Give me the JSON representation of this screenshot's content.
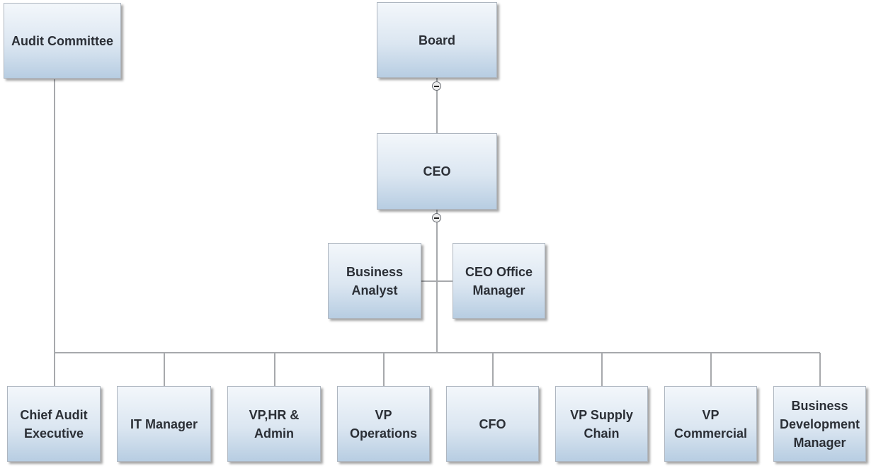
{
  "chart": {
    "nodes": {
      "audit_committee": "Audit Committee",
      "board": "Board",
      "ceo": "CEO",
      "business_analyst": "Business\nAnalyst",
      "ceo_office_manager": "CEO Office\nManager",
      "chief_audit_executive": "Chief Audit\nExecutive",
      "it_manager": "IT Manager",
      "vp_hr_admin": "VP,HR &\nAdmin",
      "vp_operations": "VP\nOperations",
      "cfo": "CFO",
      "vp_supply_chain": "VP Supply\nChain",
      "vp_commercial": "VP\nCommercial",
      "business_development_manager": "Business\nDevelopment\nManager"
    },
    "toggles": {
      "board": "collapse",
      "ceo": "collapse"
    }
  }
}
